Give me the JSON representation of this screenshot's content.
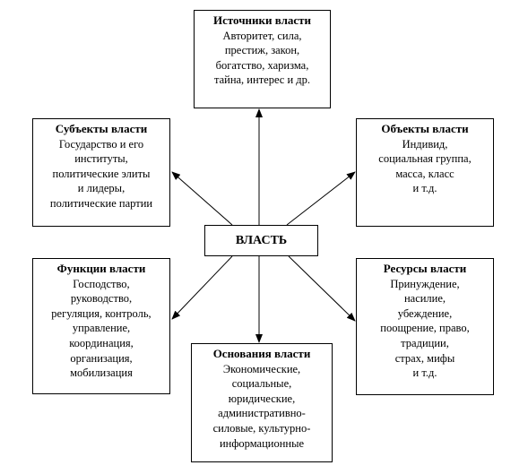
{
  "center": {
    "label": "ВЛАСТЬ"
  },
  "boxes": {
    "sources": {
      "title": "Источники власти",
      "lines": [
        "Авторитет, сила,",
        "престиж, закон,",
        "богатство, харизма,",
        "тайна, интерес и др."
      ]
    },
    "subjects": {
      "title": "Субъекты власти",
      "lines": [
        "Государство и его",
        "институты,",
        "политические элиты",
        "и лидеры,",
        "политические партии"
      ]
    },
    "objects": {
      "title": "Объекты власти",
      "lines": [
        "Индивид,",
        "социальная группа,",
        "масса, класс",
        "и т.д."
      ]
    },
    "functions": {
      "title": "Функции власти",
      "lines": [
        "Господство,",
        "руководство,",
        "регуляция, контроль,",
        "управление,",
        "координация,",
        "организация,",
        "мобилизация"
      ]
    },
    "resources": {
      "title": "Ресурсы власти",
      "lines": [
        "Принуждение,",
        "насилие,",
        "убеждение,",
        "поощрение, право,",
        "традиции,",
        "страх, мифы",
        "и т.д."
      ]
    },
    "grounds": {
      "title": "Основания власти",
      "lines": [
        "Экономические,",
        "социальные,",
        "юридические,",
        "административно-",
        "силовые, культурно-",
        "информационные"
      ]
    }
  }
}
